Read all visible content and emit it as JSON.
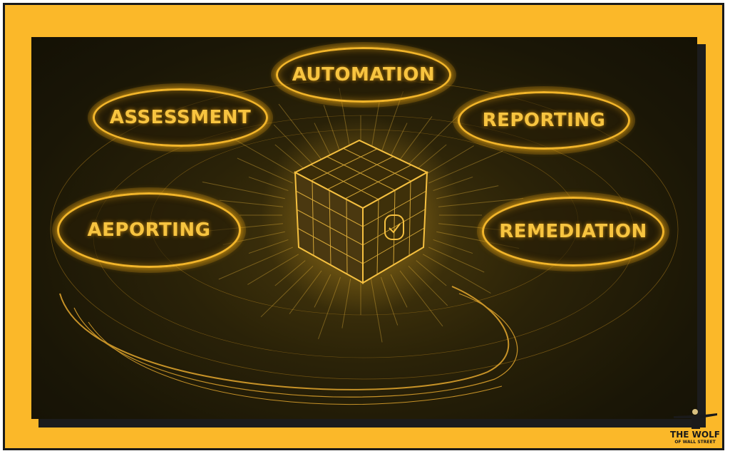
{
  "diagram": {
    "center": "cube-with-checkmark",
    "labels": {
      "automation": "AUTOMATION",
      "assessment": "ASSESSMENT",
      "reporting": "REPORTING",
      "aeporting": "AEPORTING",
      "remediation": "REMEDIATION"
    }
  },
  "branding": {
    "line1": "THE WOLF",
    "line2": "OF WALL STREET"
  },
  "colors": {
    "frame": "#fbb829",
    "glow": "#f2b52a",
    "panel": "#1a1606"
  }
}
